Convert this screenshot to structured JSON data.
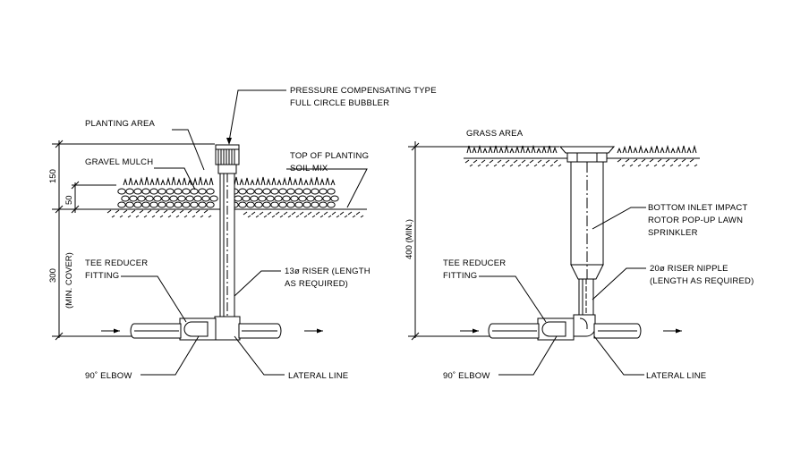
{
  "left_detail": {
    "bubbler": [
      "PRESSURE COMPENSATING TYPE",
      "FULL CIRCLE BUBBLER"
    ],
    "planting_area": "PLANTING AREA",
    "gravel_mulch": "GRAVEL MULCH",
    "top_of_soil": [
      "TOP OF PLANTING",
      "SOIL MIX"
    ],
    "tee_reducer": [
      "TEE REDUCER",
      "FITTING"
    ],
    "riser": [
      "13ø RISER (LENGTH",
      "AS REQUIRED)"
    ],
    "elbow": "90˚ ELBOW",
    "lateral": "LATERAL LINE",
    "dim_150": "150",
    "dim_50": "50",
    "dim_300": "300",
    "dim_min_cover": "(MIN. COVER)"
  },
  "right_detail": {
    "grass_area": "GRASS AREA",
    "sprinkler": [
      "BOTTOM INLET IMPACT",
      "ROTOR POP-UP LAWN",
      "SPRINKLER"
    ],
    "tee_reducer": [
      "TEE REDUCER",
      "FITTING"
    ],
    "riser": [
      "20ø RISER NIPPLE",
      "(LENGTH AS REQUIRED)"
    ],
    "elbow": "90˚ ELBOW",
    "lateral": "LATERAL LINE",
    "dim_400": "400 (MIN.)"
  }
}
